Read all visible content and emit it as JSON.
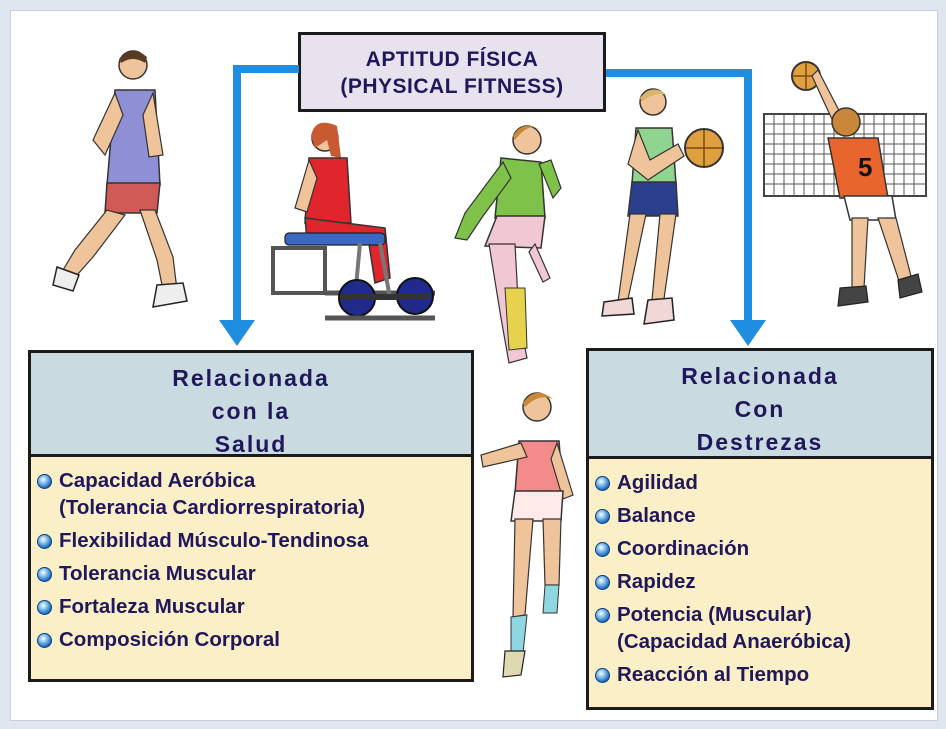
{
  "title": {
    "line1": "APTITUD FÍSICA",
    "line2": "(PHYSICAL FITNESS)"
  },
  "health_panel": {
    "heading": [
      "Relacionada",
      "con la",
      "Salud"
    ],
    "items": [
      [
        "Capacidad Aeróbica",
        "(Tolerancia Cardiorrespiratoria)"
      ],
      [
        "Flexibilidad Músculo-Tendinosa"
      ],
      [
        "Tolerancia Muscular"
      ],
      [
        "Fortaleza Muscular"
      ],
      [
        "Composición Corporal"
      ]
    ]
  },
  "skill_panel": {
    "heading": [
      "Relacionada",
      "Con",
      "Destrezas"
    ],
    "items": [
      [
        "Agilidad"
      ],
      [
        "Balance"
      ],
      [
        "Coordinación"
      ],
      [
        "Rapidez"
      ],
      [
        "Potencia (Muscular)",
        "(Capacidad Anaeróbica)"
      ],
      [
        "Reacción al Tiempo"
      ]
    ]
  },
  "illustrations": [
    "runner",
    "weight-lifter",
    "stretching-woman",
    "basketball-player",
    "volleyball-player",
    "stepping-woman"
  ],
  "volleyball_jersey_number": "5",
  "colors": {
    "arrow": "#1f8ee0",
    "text": "#20185a",
    "panel_head": "#c9dae1",
    "panel_body": "#fbefc8",
    "title_bg": "#e8e2ef"
  }
}
